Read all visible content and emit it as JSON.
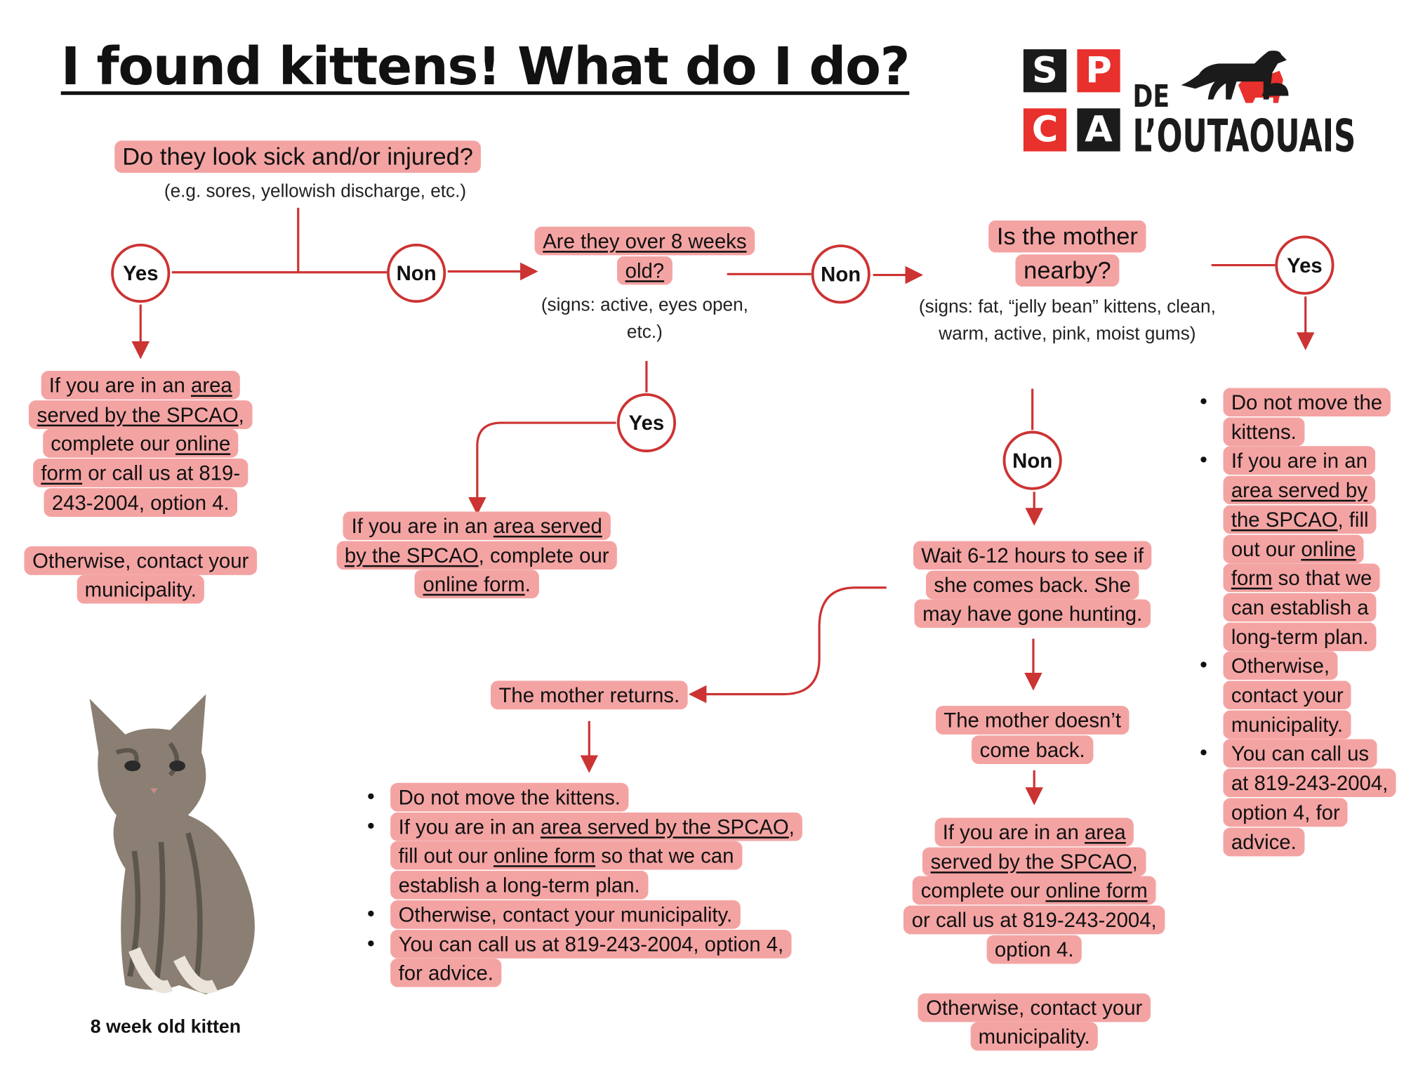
{
  "title": "I found kittens! What do I do?",
  "logo": {
    "letters": [
      "S",
      "P",
      "C",
      "A"
    ],
    "line1": "DE",
    "line2": "L’OUTAOUAIS",
    "red": "#e8302c",
    "black": "#1b1b1b"
  },
  "colors": {
    "highlight": "#f4a3a3",
    "line": "#cc3333"
  },
  "q1": {
    "text": "Do they look sick and/or injured?",
    "hint": "(e.g. sores, yellowish discharge, etc.)"
  },
  "q2": {
    "text": [
      {
        "u": "Are they over 8 weeks"
      },
      "\n",
      {
        "u": "old?"
      }
    ],
    "hint": "(signs: active, eyes open,\netc.)"
  },
  "q3": {
    "text": "Is the mother\nnearby?",
    "hint": "(signs: fat, “jelly bean” kittens, clean,\nwarm, active, pink, moist gums)"
  },
  "answers": {
    "q1_yes": "Yes",
    "q1_no": "Non",
    "q2_no": "Non",
    "q2_yes": "Yes",
    "q3_yes": "Yes",
    "q3_no": "Non"
  },
  "box_sick": {
    "main": [
      "If you are in an ",
      {
        "u": "area"
      },
      "\n",
      {
        "u": "served by the SPCAO"
      },
      ",\n",
      "complete our ",
      {
        "u": "online"
      },
      "\n",
      {
        "u": "form"
      },
      " or call us at 819-\n243-2004, option 4."
    ],
    "other": "Otherwise, contact your\nmunicipality."
  },
  "box_over8": [
    "If you are in an ",
    {
      "u": "area served"
    },
    "\n",
    {
      "u": "by the SPCAO"
    },
    ", complete our\n",
    {
      "u": "online form"
    },
    "."
  ],
  "box_wait": "Wait 6-12 hours to see if\nshe comes back. She\nmay have gone hunting.",
  "mother_returns": "The mother returns.",
  "mother_returns_list": [
    [
      "Do not move the kittens."
    ],
    [
      "If you are in an ",
      {
        "u": "area served by the SPCAO"
      },
      ",\n",
      "fill out our ",
      {
        "u": "online form"
      },
      " so that we can\n",
      "establish a long-term plan."
    ],
    [
      "Otherwise, contact your municipality."
    ],
    [
      "You can call us at 819-243-2004, option 4,\n",
      "for advice."
    ]
  ],
  "mother_not_back": "The mother doesn’t\ncome back.",
  "box_not_back": {
    "main": [
      "If you are in an ",
      {
        "u": "area"
      },
      "\n",
      {
        "u": "served by the SPCAO"
      },
      ",\n",
      "complete our ",
      {
        "u": "online form"
      },
      "\n",
      "or call us at 819-243-2004,\n",
      "option 4."
    ],
    "other": "Otherwise, contact your\nmunicipality."
  },
  "mother_nearby_list": [
    [
      "Do not move the\n",
      "kittens."
    ],
    [
      "If you are in an\n",
      {
        "u": "area served by"
      },
      "\n",
      {
        "u": "the SPCAO"
      },
      ", fill\n",
      "out our ",
      {
        "u": "online"
      },
      "\n",
      {
        "u": "form"
      },
      " so that we\n",
      "can establish a\n",
      "long-term plan."
    ],
    [
      "Otherwise,\n",
      "contact your\n",
      "municipality."
    ],
    [
      "You can call us\n",
      "at 819-243-2004,\n",
      "option 4, for\n",
      "advice."
    ]
  ],
  "kitten_caption": "8 week old kitten"
}
